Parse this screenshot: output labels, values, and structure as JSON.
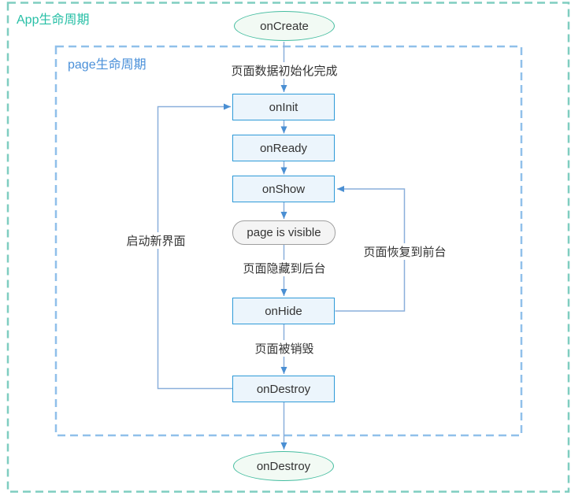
{
  "diagram": {
    "groups": {
      "app": {
        "label": "App生命周期"
      },
      "page": {
        "label": "page生命周期"
      }
    },
    "nodes": {
      "start": {
        "label": "onCreate",
        "shape": "ellipse"
      },
      "onInit": {
        "label": "onInit",
        "shape": "rect"
      },
      "onReady": {
        "label": "onReady",
        "shape": "rect"
      },
      "onShow": {
        "label": "onShow",
        "shape": "rect"
      },
      "pageVisible": {
        "label": "page is visible",
        "shape": "rounded"
      },
      "onHide": {
        "label": "onHide",
        "shape": "rect"
      },
      "onDestroy": {
        "label": "onDestroy",
        "shape": "rect"
      },
      "end": {
        "label": "onDestroy",
        "shape": "ellipse"
      }
    },
    "edge_labels": {
      "init_done": "页面数据初始化完成",
      "hide_to_background": "页面隐藏到后台",
      "page_destroyed": "页面被销毁",
      "launch_new_view": "启动新界面",
      "restore_foreground": "页面恢复到前台"
    },
    "colors": {
      "app_border": "#7fcdc0",
      "app_label": "#27bfa6",
      "page_border": "#90c0ea",
      "page_label": "#4a90d9",
      "node_border": "#2e9ad8",
      "node_fill": "#ecf5fc",
      "ellipse_border": "#45bda0",
      "ellipse_fill": "#f2faf4",
      "terminal_border": "#9f9f9f",
      "terminal_fill": "#f4f4f4",
      "connector_line": "#8aafdb",
      "arrowhead": "#4a8fd3",
      "text": "#333333"
    }
  }
}
